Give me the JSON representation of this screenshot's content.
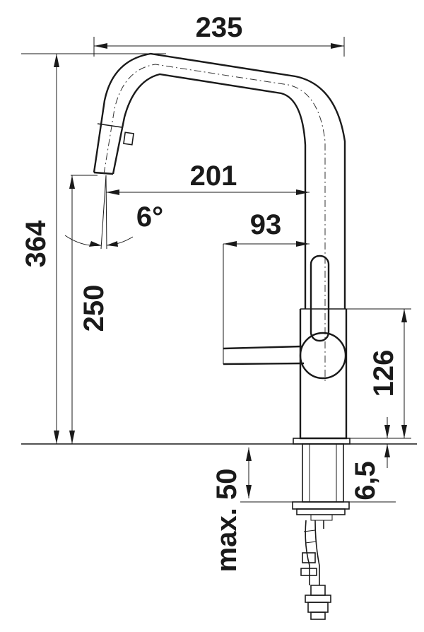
{
  "diagram": {
    "dimensions": {
      "overall_width": "235",
      "spout_reach": "201",
      "lever_reach": "93",
      "angle": "6°",
      "overall_height": "364",
      "spout_height": "250",
      "body_height": "126",
      "mount_flange": "6,5",
      "max_countertop": "max. 50"
    }
  }
}
